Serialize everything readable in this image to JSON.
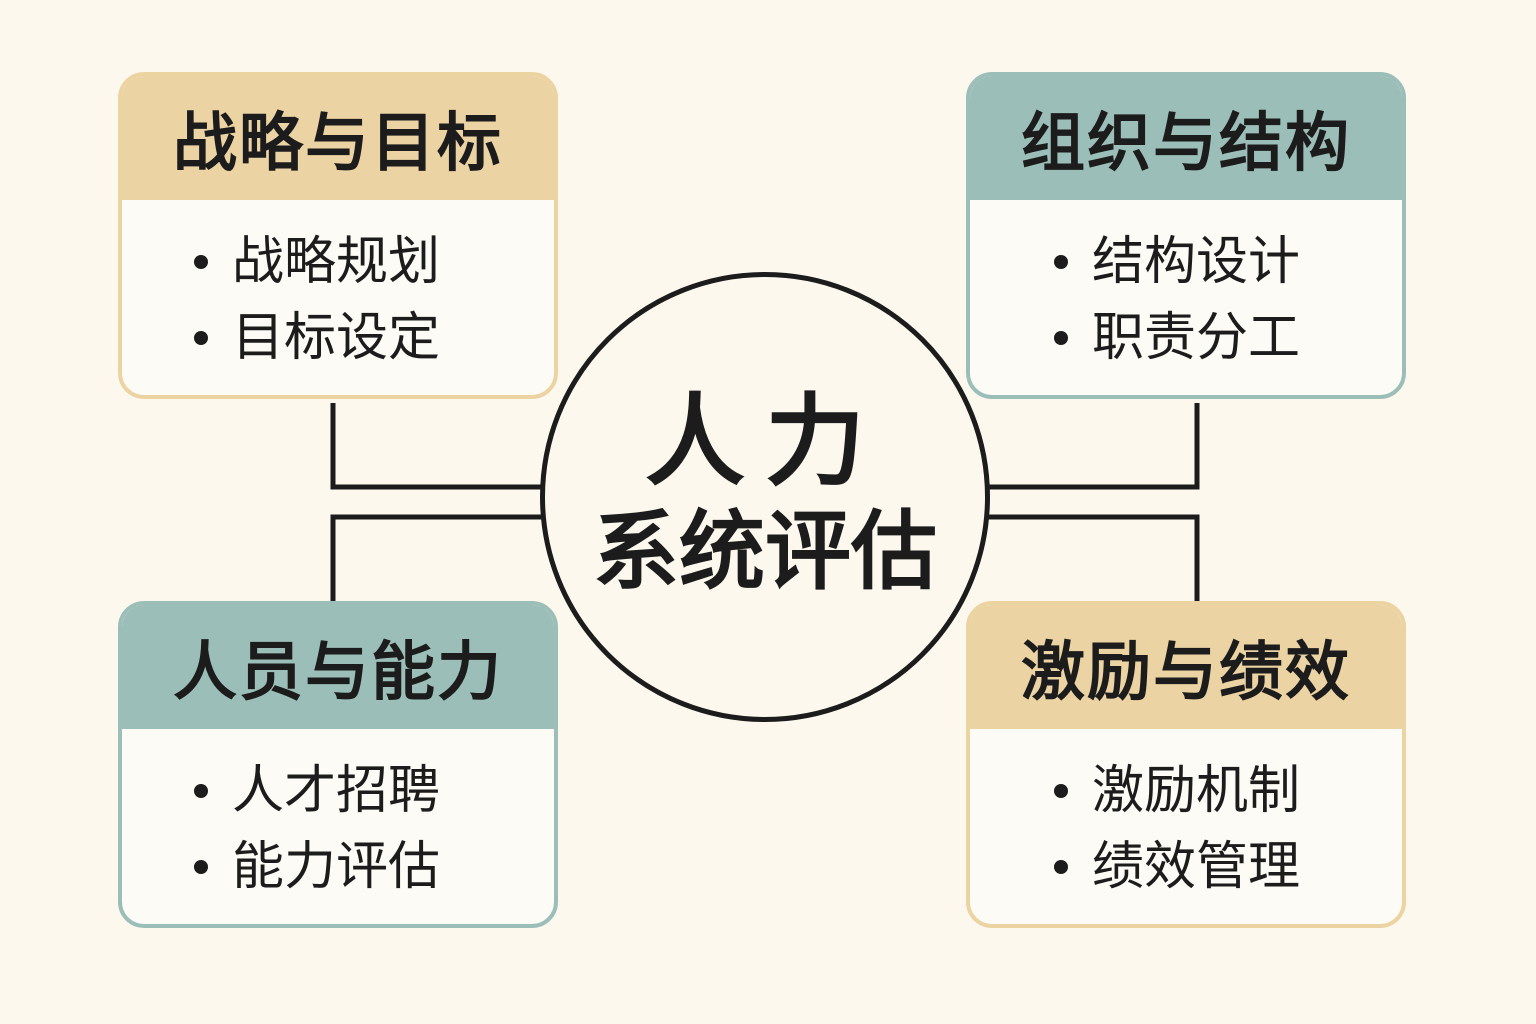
{
  "center": {
    "line1": "人力",
    "line2": "系统评估"
  },
  "boxes": [
    {
      "title": "战略与目标",
      "items": [
        "战略规划",
        "目标设定"
      ]
    },
    {
      "title": "组织与结构",
      "items": [
        "结构设计",
        "职责分工"
      ]
    },
    {
      "title": "人员与能力",
      "items": [
        "人才招聘",
        "能力评估"
      ]
    },
    {
      "title": "激励与绩效",
      "items": [
        "激励机制",
        "绩效管理"
      ]
    }
  ],
  "colors": {
    "background": "#fcf8ee",
    "tan": "#ecd3a3",
    "teal": "#9bbfb8",
    "line": "#1c1c1c"
  }
}
